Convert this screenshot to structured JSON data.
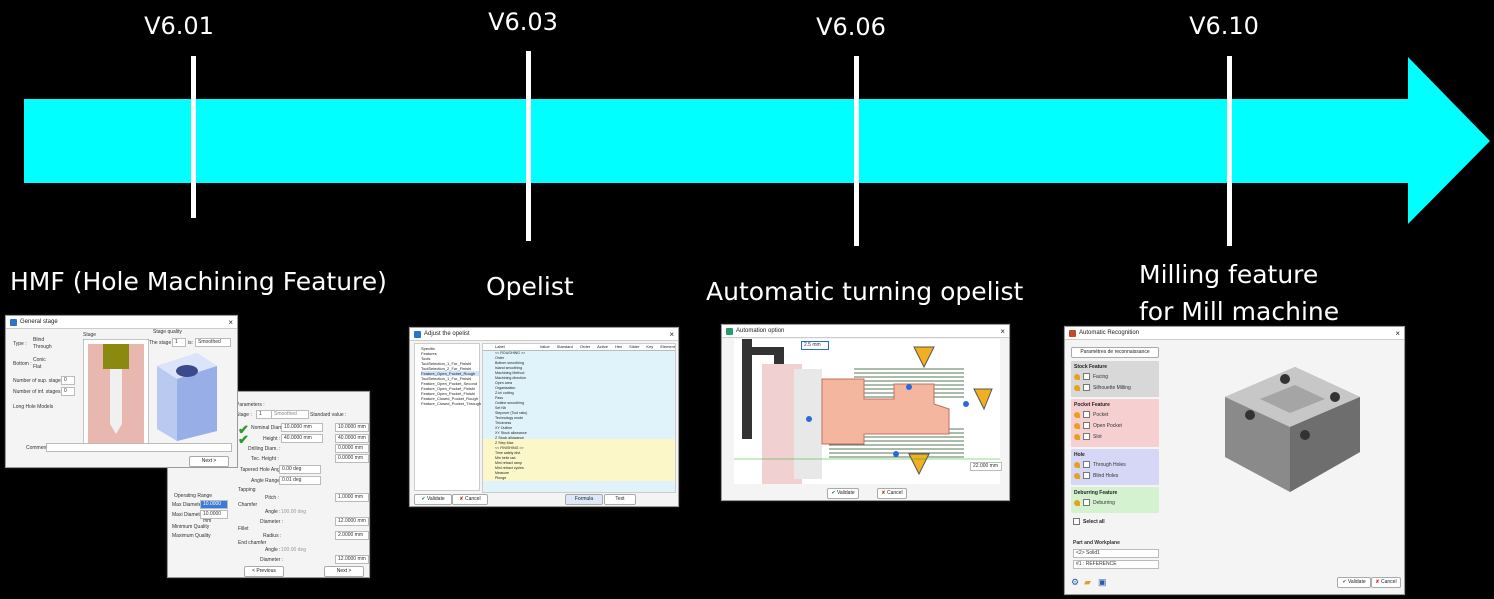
{
  "timeline": {
    "arrow_color": "#00ffff",
    "versions": [
      {
        "label": "V6.01",
        "caption": [
          "HMF (Hole Machining Feature)"
        ]
      },
      {
        "label": "V6.03",
        "caption": [
          "Opelist"
        ]
      },
      {
        "label": "V6.06",
        "caption": [
          "Automatic turning opelist"
        ]
      },
      {
        "label": "V6.10",
        "caption": [
          "Milling feature",
          "for Mill machine"
        ]
      }
    ]
  },
  "hmf": {
    "general_stage": {
      "title": "General stage",
      "type_label": "Type :",
      "type_options": [
        "Blind",
        "Through"
      ],
      "bottom_label": "Bottom :",
      "bottom_options": [
        "Conic",
        "Flat"
      ],
      "stage_label": "Stage",
      "stage_quality_label": "Stage quality",
      "the_stage_label": "The stage #",
      "the_stage_value": "1",
      "is_label": "is:",
      "quality_value": "Smoothed",
      "num_sup_stages_label": "Number of sup. stages :",
      "num_sup_stages_value": "0",
      "num_inf_stages_label": "Number of inf. stages :",
      "num_inf_stages_value": "0",
      "long_hole_label": "Long Hole Models",
      "comment_label": "Comment :",
      "next_button": "Next >"
    },
    "parameters": {
      "title": "Parameters :",
      "stage_label": "Stage :",
      "stage_value": "1",
      "stage_mode": "Smoothed",
      "standard_label": "Standard value :",
      "rows": [
        {
          "label": "Nominal Diam. :",
          "value": "10.0000 mm",
          "std": "10.0000 mm"
        },
        {
          "label": "Height :",
          "value": "40.0000 mm",
          "std": "40.0000 mm"
        },
        {
          "label": "Drilling Diam. :",
          "value": "",
          "std": "0.0000 mm"
        },
        {
          "label": "Tec. Height :",
          "value": "",
          "std": "0.0000 mm"
        },
        {
          "label": "Tapered Hole Angle :",
          "value": "0.00 deg",
          "std": ""
        },
        {
          "label": "Angle Range :",
          "value": "0.01 deg",
          "std": ""
        }
      ],
      "tapping_label": "Tapping",
      "pitch_label": "Pitch :",
      "pitch_std": "1.0000 mm",
      "chamfer_label": "Chamfer",
      "chamfer_angle_label": "Angle :",
      "chamfer_angle_value": "100.00 deg",
      "chamfer_diam_label": "Diameter :",
      "chamfer_diam_std": "12.0000 mm",
      "fillet_label": "Fillet",
      "fillet_radius_label": "Radius :",
      "fillet_radius_std": "2.0000 mm",
      "end_chamfer_label": "End chamfer",
      "end_angle_label": "Angle :",
      "end_angle_value": "100.00 deg",
      "end_diam_label": "Diameter :",
      "end_diam_std": "12.0000 mm",
      "operating_range_label": "Operating Range",
      "max_diam_label": "Max Diameter",
      "max_diam_value": "10.0000 mm",
      "maxi_diam_label": "Maxi Diameter",
      "maxi_diam_value": "10.0000 mm",
      "min_quality_label": "Minimum Quality",
      "max_quality_label": "Maximum Quality",
      "prev_button": "< Previous",
      "next_button": "Next >"
    }
  },
  "opelist": {
    "title": "Adjust the opelist",
    "tree": [
      "Specific",
      "Features",
      "Tools",
      "ToolSelection_1_For_Finishi",
      "ToolSelection_2_For_Finishi",
      "Feature_Open_Pocket_Rough",
      "ToolSelection_1_For_Finishi",
      "Feature_Open_Pocket_Second",
      "Feature_Open_Pocket_Finishi",
      "Feature_Open_Pocket_Finishi",
      "Feature_Closed_Pocket_Rough",
      "Feature_Closed_Pocket_Through"
    ],
    "columns": [
      "Label",
      "Value",
      "Standard",
      "Order",
      "Active",
      "Hex",
      "Slider",
      "Key",
      "Element"
    ],
    "rows": [
      "<< ROUGHING >>",
      "Order",
      "Bottom smoothing",
      "Island smoothing",
      "Machining Method",
      "Machining direction",
      "Open area",
      "Organisation",
      "Z-ini cutting",
      "Pass",
      "Outline smoothing",
      "Set Nb",
      "Stepover (Tool ratio)",
      "Technology mode",
      "Thickness",
      "XY Outline",
      "XY Stock allowance",
      "Z Stock allowance",
      "Z Step Max",
      "<< FINISHING >>",
      "Time safety dist.",
      "Min helix rad.",
      "Mini retract ramp",
      "Mini retract cycles",
      "Measure",
      "Plunge"
    ],
    "validate_button": "Validate",
    "cancel_button": "Cancel",
    "formula_button": "Formula",
    "text_button": "Text"
  },
  "turning": {
    "title": "Automation option",
    "dim_top": "2.5 mm",
    "dim_right": "22.000 mm",
    "validate_button": "Validate",
    "cancel_button": "Cancel"
  },
  "milling": {
    "title": "Automatic Recognition",
    "params_button": "Paramètres de reconnaissance",
    "sections": [
      {
        "title": "Stock Feature",
        "color": "#d8d8d8",
        "items": [
          "Facing",
          "Silhouette Milling"
        ]
      },
      {
        "title": "Pocket Feature",
        "color": "#f6d0d0",
        "items": [
          "Pocket",
          "Open Pocket",
          "Slot"
        ]
      },
      {
        "title": "Hole",
        "color": "#d6d6f6",
        "items": [
          "Through Holes",
          "Blind Holes"
        ]
      },
      {
        "title": "Deburring Feature",
        "color": "#d4f2d0",
        "items": [
          "Deburring"
        ]
      }
    ],
    "select_all": "Select all",
    "part_workplane_label": "Part and Workplane",
    "part_value": "<2> Solid1",
    "workplane_value": "#1 : REFERENCE",
    "validate_button": "Validate",
    "cancel_button": "Cancel"
  }
}
